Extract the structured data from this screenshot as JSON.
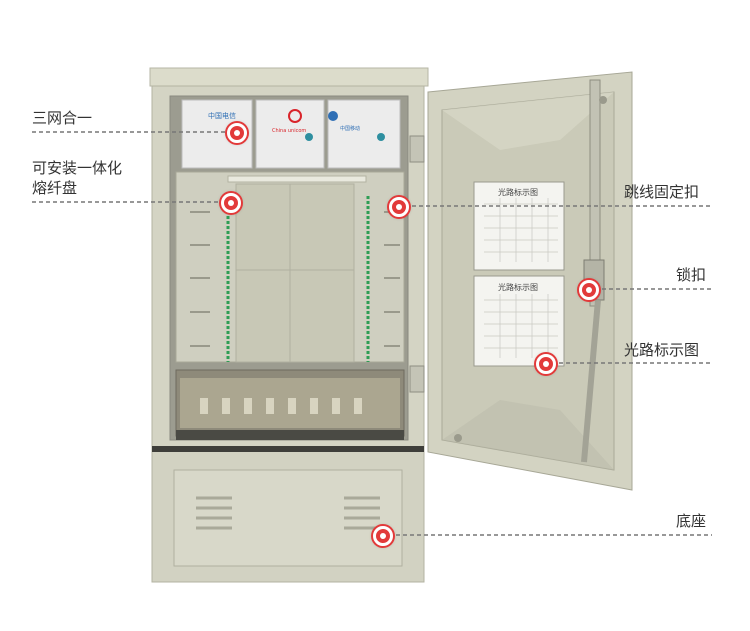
{
  "callouts": {
    "three_in_one": "三网合一",
    "splice_tray_line1": "可安装一体化",
    "splice_tray_line2": "熔纤盘",
    "jumper_clip": "跳线固定扣",
    "lock": "锁扣",
    "route_diagram": "光路标示图",
    "base": "底座"
  },
  "door_panel": {
    "diagram_title_top": "光路标示图",
    "diagram_title_bottom": "光路标示图"
  },
  "colors": {
    "cabinet_body": "#d6d6c6",
    "cabinet_shadow": "#b9b9a8",
    "marker": "#e23a3a",
    "fiber_green": "#2e9e55"
  }
}
